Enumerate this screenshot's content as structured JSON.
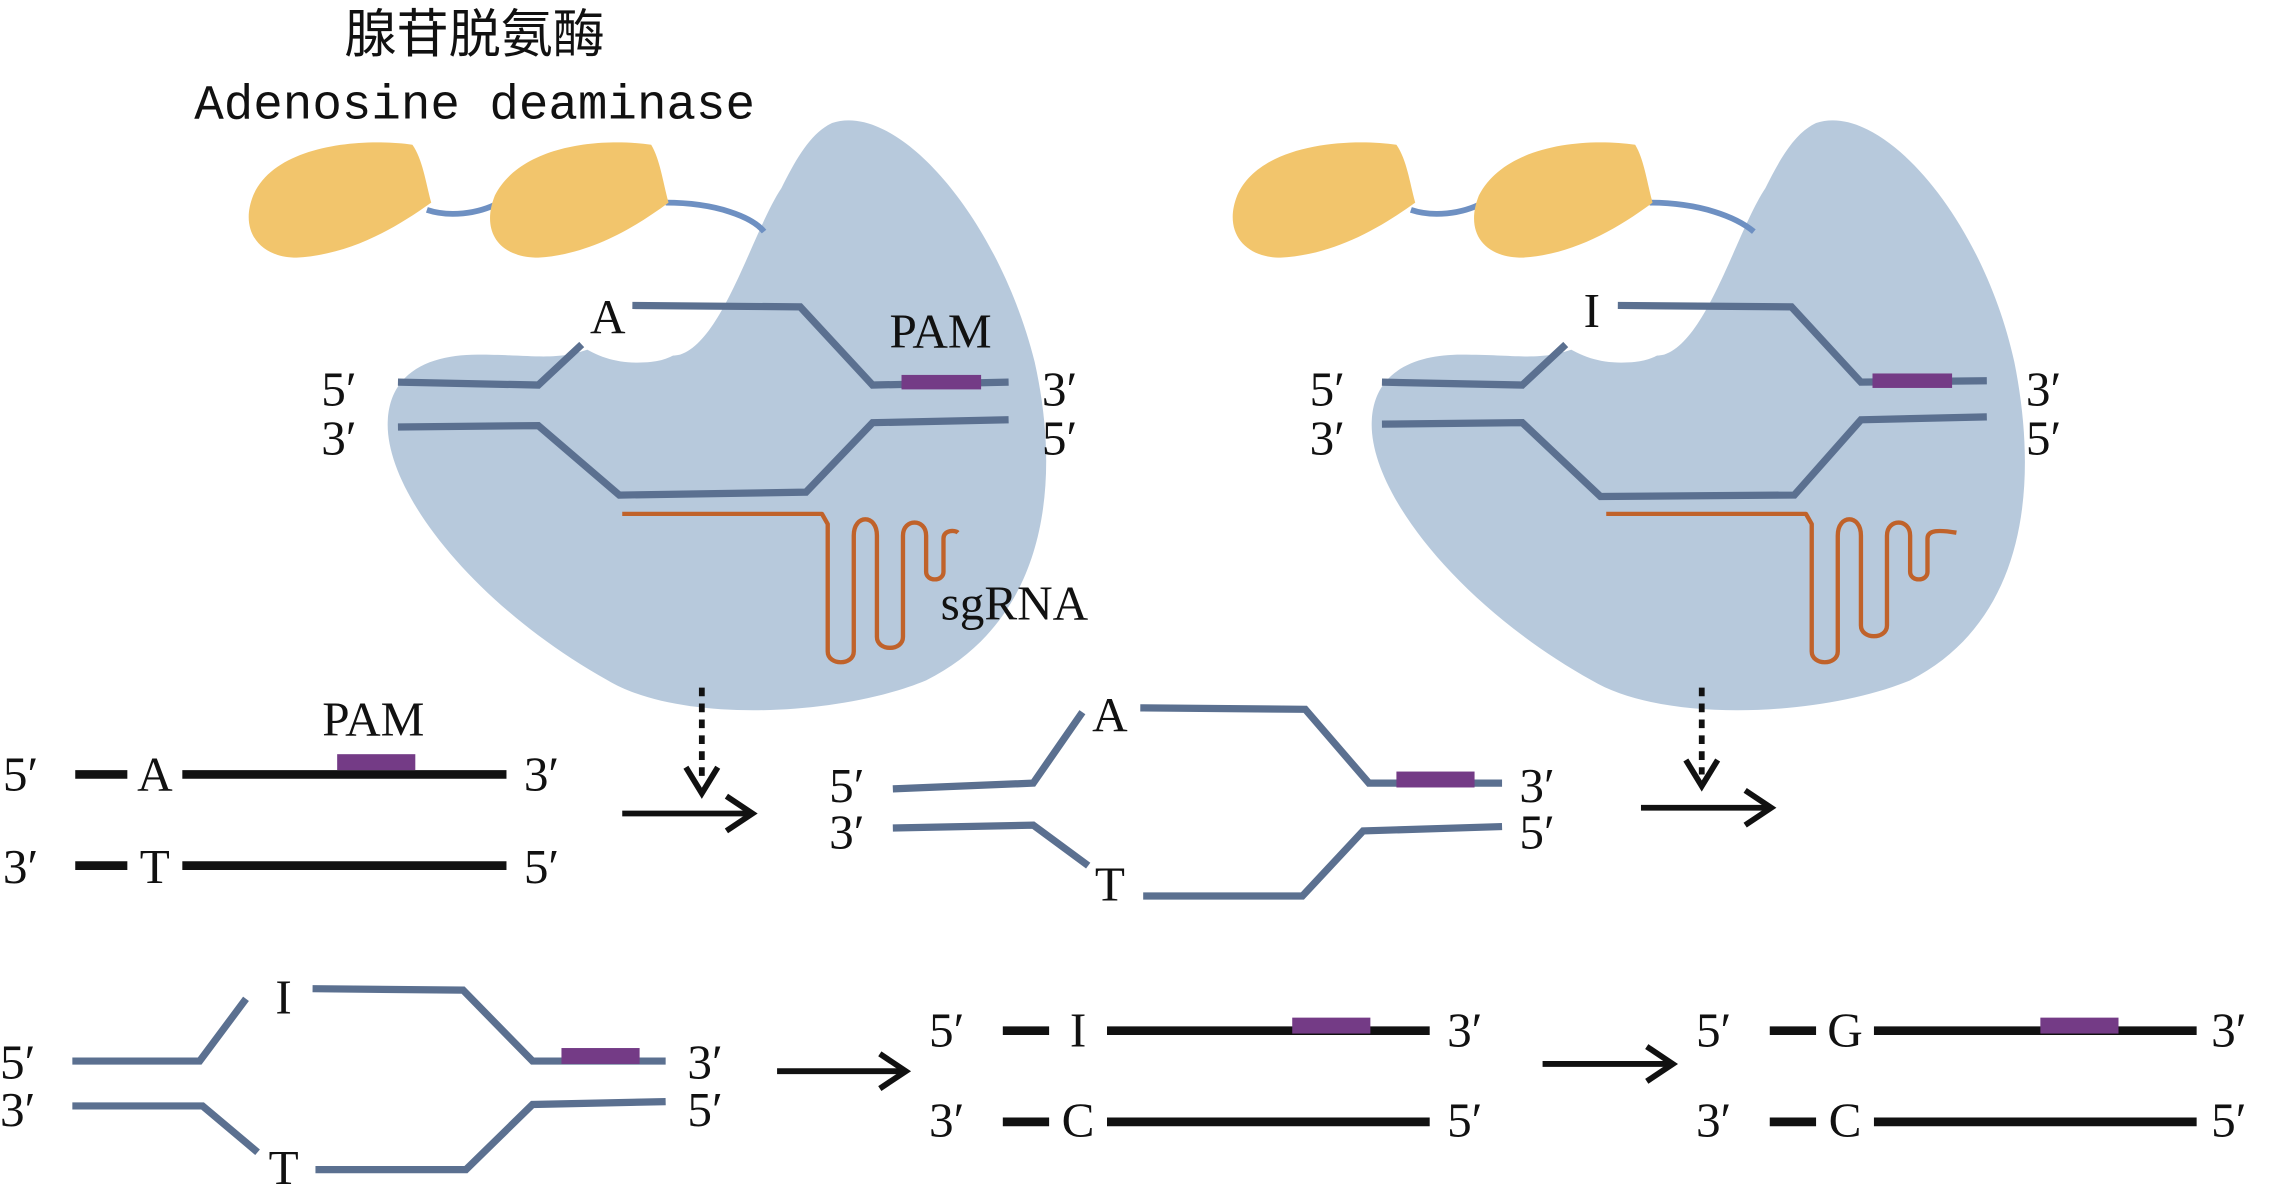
{
  "title": {
    "zh": "腺苷脱氨酶",
    "en": "Adenosine deaminase"
  },
  "labels": {
    "pam": "PAM",
    "sgrna": "sgRNA",
    "five_prime": "5′",
    "three_prime": "3′",
    "dash_five": "5′—",
    "dash_three": "3′—"
  },
  "bases": {
    "adenine": "A",
    "thymine": "T",
    "inosine": "I",
    "cytosine": "C",
    "guanine": "G"
  },
  "colors": {
    "cas_protein": "#b7c9dc",
    "deaminase": "#f2c56c",
    "dna_strand": "#5b7090",
    "pam": "#743b86",
    "sgrna": "#c0622a",
    "linker": "#6e90c2"
  },
  "steps": [
    {
      "name": "target-dna",
      "top": "A",
      "bottom": "T"
    },
    {
      "name": "r-loop",
      "top": "A",
      "bottom": "T"
    },
    {
      "name": "deaminated-r-loop",
      "top": "I",
      "bottom": "T"
    },
    {
      "name": "after-repair-1",
      "top": "I",
      "bottom": "C"
    },
    {
      "name": "after-repair-2",
      "top": "G",
      "bottom": "C"
    }
  ],
  "complexes": [
    {
      "name": "complex-before",
      "edited_base": "A"
    },
    {
      "name": "complex-after",
      "edited_base": "I"
    }
  ]
}
